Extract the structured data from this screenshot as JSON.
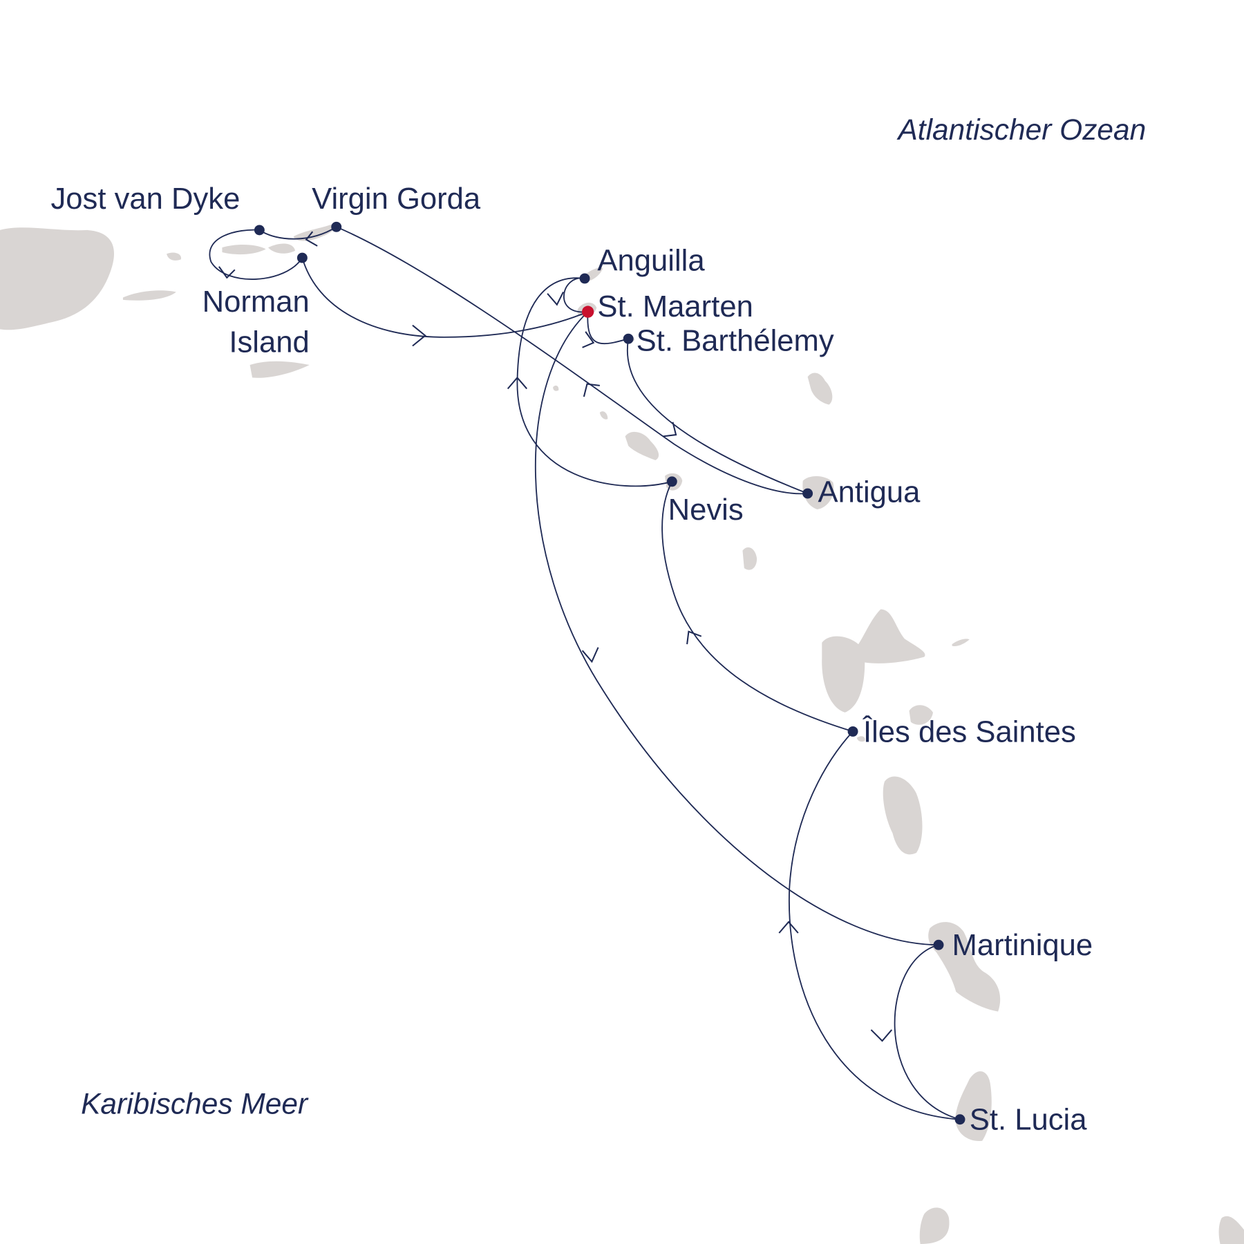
{
  "map": {
    "seas": {
      "atlantic": "Atlantischer Ozean",
      "caribbean": "Karibisches Meer"
    },
    "ports": {
      "jost_van_dyke": "Jost van Dyke",
      "virgin_gorda": "Virgin Gorda",
      "norman_island_1": "Norman",
      "norman_island_2": "Island",
      "anguilla": "Anguilla",
      "st_maarten": "St. Maarten",
      "st_barthelemy": "St. Barthélemy",
      "antigua": "Antigua",
      "nevis": "Nevis",
      "iles_des_saintes": "Îles des Saintes",
      "martinique": "Martinique",
      "st_lucia": "St. Lucia"
    },
    "colors": {
      "route": "#1f2a55",
      "home_port": "#c8102e",
      "land": "#d9d5d3"
    }
  }
}
